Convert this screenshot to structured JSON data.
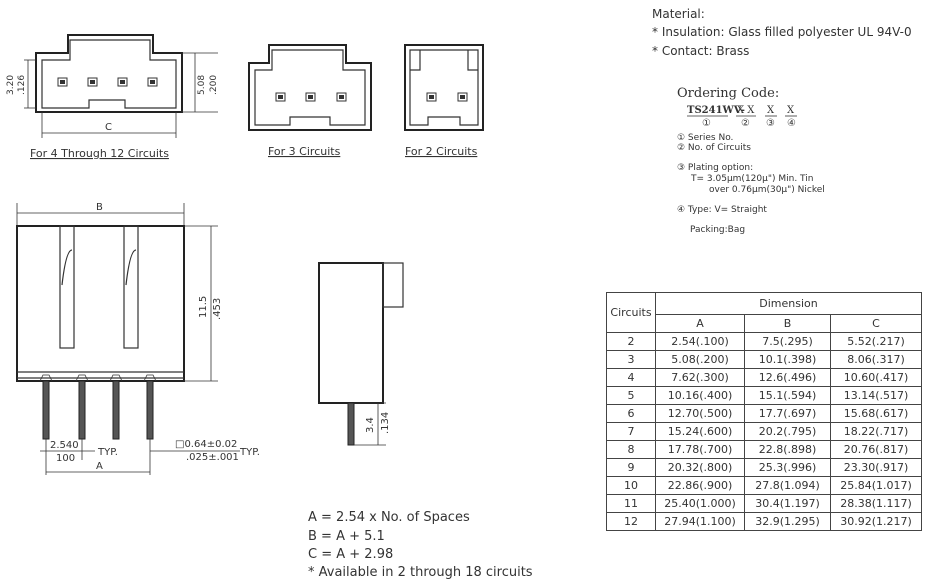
{
  "material": {
    "title": "Material:",
    "insulation": "* Insulation: Glass filled polyester UL 94V-0",
    "contact": "* Contact: Brass"
  },
  "ordering": {
    "title": "Ordering Code:",
    "code_parts": [
      "TS241WV-",
      "X X",
      "X",
      "X"
    ],
    "code_numbers": [
      "①",
      "②",
      "③",
      "④"
    ],
    "lines": [
      "① Series No.",
      "② No. of Circuits",
      "③ Plating option:",
      "T= 3.05μm(120μ\") Min. Tin",
      "over 0.76μm(30μ\") Nickel",
      "④ Type: V= Straight",
      "Packing:Bag"
    ]
  },
  "top_views": {
    "four_to_twelve": {
      "caption": "For 4 Through 12 Circuits",
      "dim_left_mm": "3.20",
      "dim_left_in": ".126",
      "dim_right_mm": "5.08",
      "dim_right_in": ".200",
      "dim_bottom": "C"
    },
    "three": {
      "caption": "For 3 Circuits"
    },
    "two": {
      "caption": "For 2 Circuits"
    }
  },
  "front_view": {
    "dim_top": "B",
    "dim_height_mm": "11.5",
    "dim_height_in": ".453",
    "pitch_mm": "2.540",
    "pitch_in": "100",
    "typ1": "TYP.",
    "pin_size_mm": "□0.64±0.02",
    "pin_size_in": ".025±.001",
    "typ2": "TYP.",
    "dim_bottom": "A"
  },
  "side_view": {
    "pin_len_mm": "3.4",
    "pin_len_in": ".134"
  },
  "formulas": [
    "A = 2.54 x No. of Spaces",
    "B = A + 5.1",
    "C = A + 2.98",
    "* Available in 2 through 18 circuits"
  ],
  "table": {
    "circuits_header": "Circuits",
    "dimension_header": "Dimension",
    "columns": [
      "A",
      "B",
      "C"
    ],
    "rows": [
      [
        "2",
        "2.54(.100)",
        "7.5(.295)",
        "5.52(.217)"
      ],
      [
        "3",
        "5.08(.200)",
        "10.1(.398)",
        "8.06(.317)"
      ],
      [
        "4",
        "7.62(.300)",
        "12.6(.496)",
        "10.60(.417)"
      ],
      [
        "5",
        "10.16(.400)",
        "15.1(.594)",
        "13.14(.517)"
      ],
      [
        "6",
        "12.70(.500)",
        "17.7(.697)",
        "15.68(.617)"
      ],
      [
        "7",
        "15.24(.600)",
        "20.2(.795)",
        "18.22(.717)"
      ],
      [
        "8",
        "17.78(.700)",
        "22.8(.898)",
        "20.76(.817)"
      ],
      [
        "9",
        "20.32(.800)",
        "25.3(.996)",
        "23.30(.917)"
      ],
      [
        "10",
        "22.86(.900)",
        "27.8(1.094)",
        "25.84(1.017)"
      ],
      [
        "11",
        "25.40(1.000)",
        "30.4(1.197)",
        "28.38(1.117)"
      ],
      [
        "12",
        "27.94(1.100)",
        "32.9(1.295)",
        "30.92(1.217)"
      ]
    ]
  }
}
